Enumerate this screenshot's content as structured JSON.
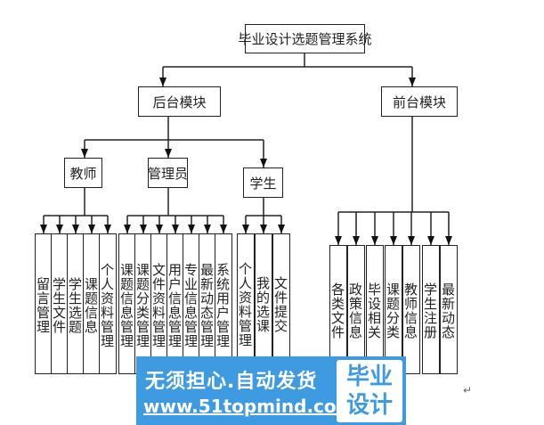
{
  "diagram": {
    "root": "毕业设计选题管理系统",
    "modules": [
      {
        "label": "后台模块",
        "roles": [
          {
            "label": "教师",
            "items": [
              "留言管理",
              "学生文件",
              "学生选题",
              "课题信息",
              "个人资料管理"
            ]
          },
          {
            "label": "管理员",
            "items": [
              "课题信息管理",
              "课题分类管理",
              "文件资料管理",
              "用户信息管理",
              "专业信息管理",
              "最新动态管理",
              "系统用户管理"
            ]
          },
          {
            "label": "学生",
            "items": [
              "个人资料管理",
              "我的选课",
              "文件提交"
            ]
          }
        ]
      },
      {
        "label": "前台模块",
        "items": [
          "各类文件",
          "政策信息",
          "毕设相关",
          "课题分类",
          "教师信息",
          "学生注册",
          "最新动态"
        ]
      }
    ]
  },
  "watermark": {
    "slogan": "无须担心.自动发货",
    "url": "www.51topmind.com",
    "badge_line1": "毕业",
    "badge_line2": "设计",
    "bg_color": "#3e9ae1"
  },
  "paragraph_mark": "↵"
}
